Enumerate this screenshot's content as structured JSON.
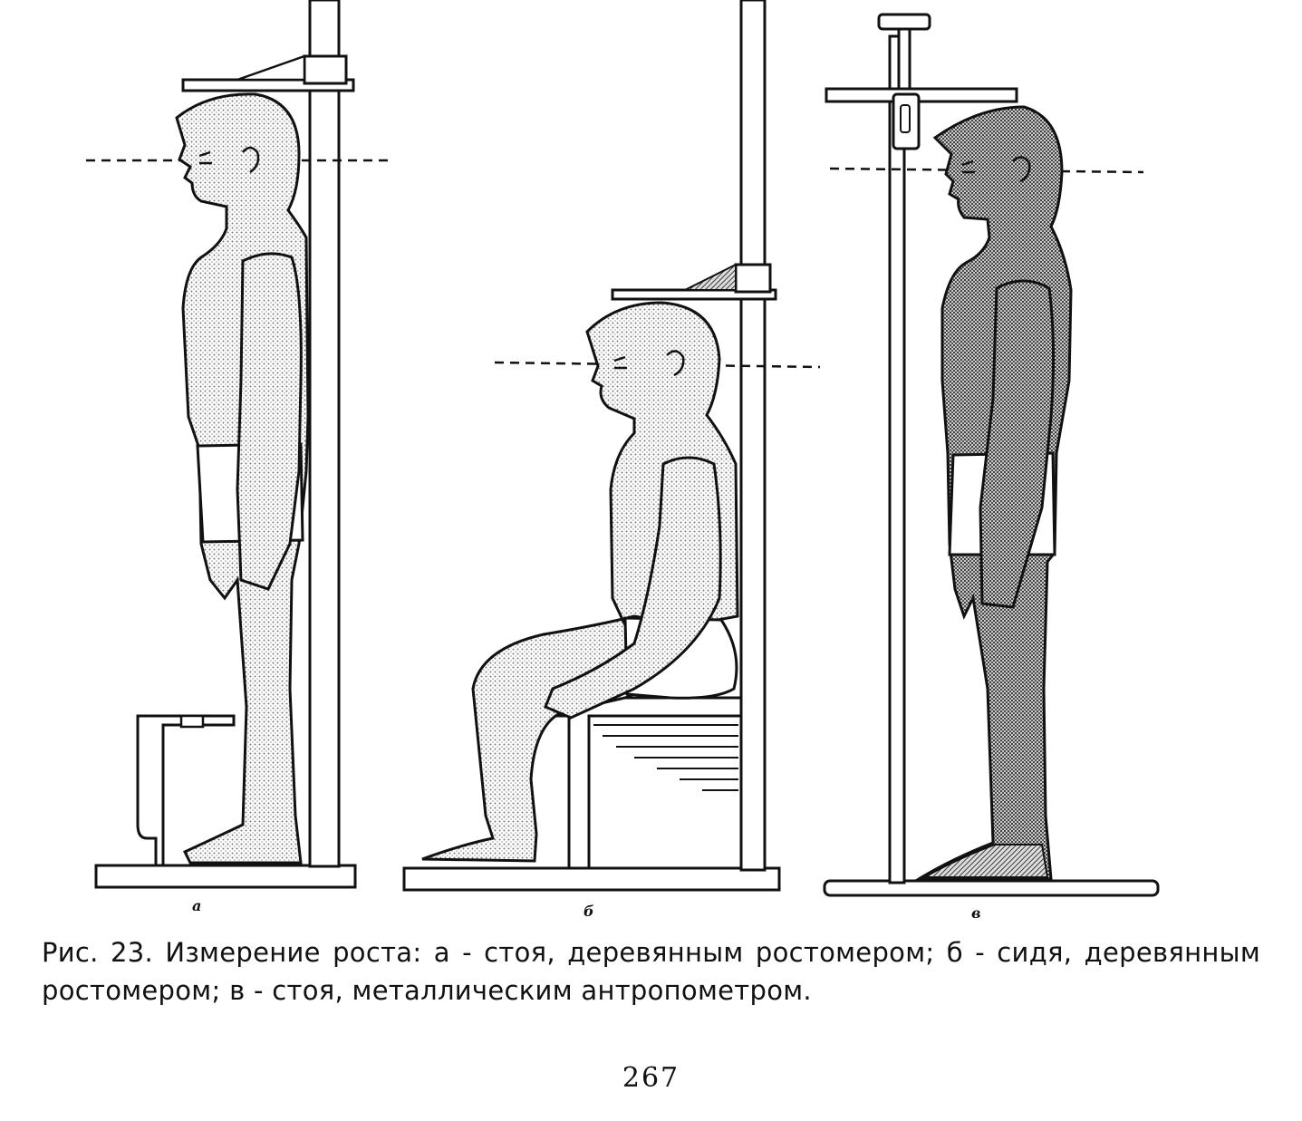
{
  "figure": {
    "panels": [
      {
        "id": "a",
        "label": "а"
      },
      {
        "id": "b",
        "label": "б"
      },
      {
        "id": "c",
        "label": "в"
      }
    ]
  },
  "caption": {
    "text": "Рис. 23. Измерение роста: а - стоя, деревянным ростомером; б - сидя, деревянным ростомером; в - стоя, металлическим антропометром."
  },
  "page_number": "267",
  "colors": {
    "ink": "#111111",
    "stipple_light": "#bdbdbd",
    "stipple_dark": "#8a8a8a"
  }
}
